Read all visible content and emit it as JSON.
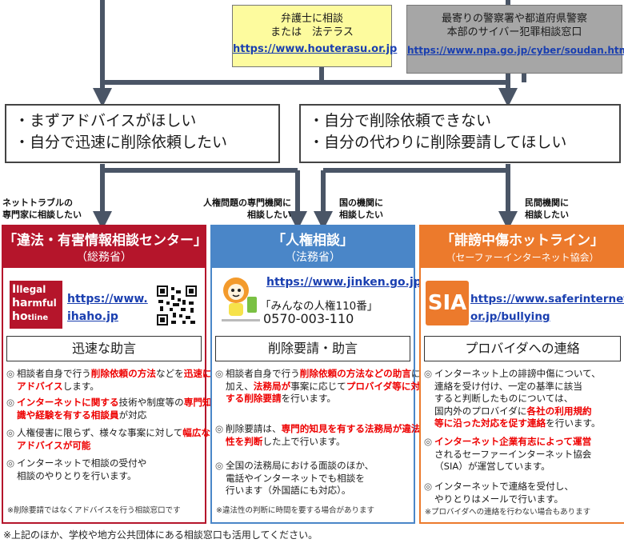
{
  "top_boxes": {
    "lawyer": {
      "line1": "弁護士に相談",
      "line2": "または　法テラス",
      "url": "https://www.houterasu.or.jp"
    },
    "police": {
      "line1": "最寄りの警察署や都道府県警察",
      "line2": "本部のサイバー犯罪相談窓口",
      "url": "https://www.npa.go.jp/cyber/soudan.html"
    }
  },
  "needs": {
    "left": [
      "・まずアドバイスがほしい",
      "・自分で迅速に削除依頼したい"
    ],
    "right": [
      "・自分で削除依頼できない",
      "・自分の代わりに削除要請してほしい"
    ]
  },
  "arrow_labels": {
    "net_trouble": [
      "ネットトラブルの",
      "専門家に相談したい"
    ],
    "human_rights": [
      "人権問題の専門機関に",
      "相談したい"
    ],
    "national": [
      "国の機関に",
      "相談したい"
    ],
    "private": [
      "民間機関に",
      "相談したい"
    ]
  },
  "colors": {
    "ihaho": "#b5152b",
    "jinken": "#4a86c8",
    "sia": "#ec7a2c",
    "text_red": "#e00000",
    "link_blue": "#1a3fb0"
  },
  "panels": {
    "ihaho": {
      "title": "「違法・有害情報相談センター」",
      "subtitle": "（総務省）",
      "logo": [
        "llegal",
        "ha",
        "rmful",
        "ho",
        "tline"
      ],
      "logo_initials": [
        "I",
        "H",
        "H"
      ],
      "url1": "https://www.",
      "url2": "ihaho.jp",
      "category": "迅速な助言",
      "b1": [
        "相談者自身で行う",
        "削除依頼の方法",
        "などを",
        "迅速にアドバイス",
        "します。"
      ],
      "b2": [
        "インターネットに関する",
        "技術や制度等の",
        "専門知識や経験を有する相談員",
        "が対応"
      ],
      "b3": [
        "人権侵害に限らず、様々な事案に対して",
        "幅広なアドバイスが可能"
      ],
      "b4": [
        "インターネットで相談の受付や",
        "相談のやりとりを行います。"
      ],
      "note": "※削除要請ではなくアドバイスを行う相談窓口です"
    },
    "jinken": {
      "title": "「人権相談」",
      "subtitle": "（法務省）",
      "url": "https://www.jinken.go.jp",
      "hotline_label": "「みんなの人権110番」",
      "phone": "0570-003-110",
      "category": "削除要請・助言",
      "b1": [
        "相談者自身で行う",
        "削除依頼の方法など",
        "の助言",
        "に加え、",
        "法務局が",
        "事案に応じて",
        "プロバイダ等に対する削除要請",
        "を行います。"
      ],
      "b2": [
        "削除要請は、",
        "専門的知見を有する法務",
        "局が違法性を判断",
        "した上で行います。"
      ],
      "b3": [
        "全国の法務局における面談のほか、",
        "電話やインターネットでも相談を",
        "行います（外国語にも対応）。"
      ],
      "note": "※違法性の判断に時間を要する場合があります"
    },
    "sia": {
      "title": "「誹謗中傷ホットライン」",
      "subtitle": "（セーファーインターネット協会）",
      "logo_text": "SIA",
      "url1": "https://www.saferinternet.",
      "url2": "or.jp/bullying",
      "category": "プロバイダへの連絡",
      "b1": [
        "インターネット上の誹謗中傷について、",
        "連絡を受け付け、一定の基準に該当",
        "すると判断したものについては、",
        "国内外のプロバイダに",
        "各社の利用規約",
        "等に沿った対応を促す連絡",
        "を行います。"
      ],
      "b2": [
        "インターネット企業有志によって運営",
        "されるセーファーインターネット協会",
        "（SIA）が運営しています。"
      ],
      "b3": [
        "インターネットで連絡を受付し、",
        "やりとりはメールで行います。"
      ],
      "note": "※プロバイダへの連絡を行わない場合もあります"
    }
  },
  "footer": "※上記のほか、学校や地方公共団体にある相談窓口も活用してください。"
}
